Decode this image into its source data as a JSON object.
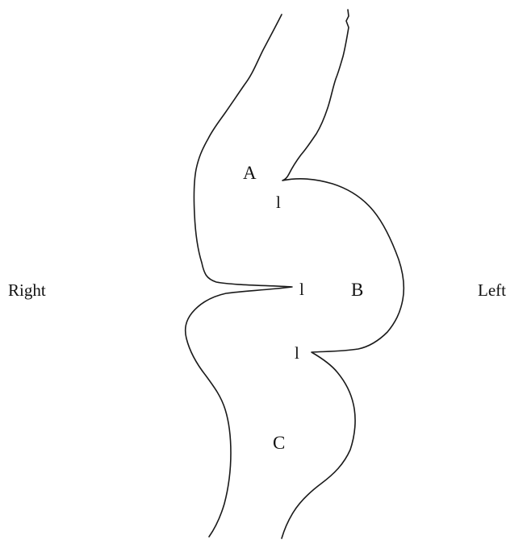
{
  "labels": {
    "right": "Right",
    "left": "Left",
    "region_a": "A",
    "region_b": "B",
    "region_c": "C",
    "mark_upper": "l",
    "mark_middle": "l",
    "mark_lower": "l"
  },
  "colors": {
    "outline": "#1a1a1a",
    "background": "#ffffff"
  }
}
